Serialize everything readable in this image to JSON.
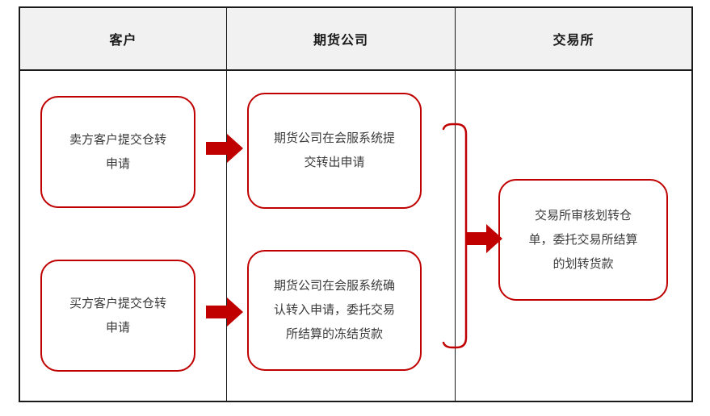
{
  "colors": {
    "accent_red": "#c00000",
    "line_black": "#1a1a1a",
    "header_bg": "#f1f1f1",
    "text_dark": "#3b3b3b",
    "page_bg": "#ffffff"
  },
  "lanes": {
    "columns": [
      {
        "header": "客户"
      },
      {
        "header": "期货公司"
      },
      {
        "header": "交易所"
      }
    ]
  },
  "nodes": {
    "seller_request": "卖方客户提交仓转\n申请",
    "buyer_request": "买方客户提交仓转\n申请",
    "futures_submit_out": "期货公司在会服系统提\n交转出申请",
    "futures_confirm_in": "期货公司在会服系统确\n认转入申请，委托交易\n所结算的冻结货款",
    "exchange_review": "交易所审核划转仓\n单，委托交易所结算\n的划转货款"
  },
  "connectors": {
    "seller_to_futures": "right-block-arrow",
    "buyer_to_futures": "right-block-arrow",
    "bracket_to_exchange": "right-block-arrow",
    "group_bracket": "right-square-bracket"
  }
}
